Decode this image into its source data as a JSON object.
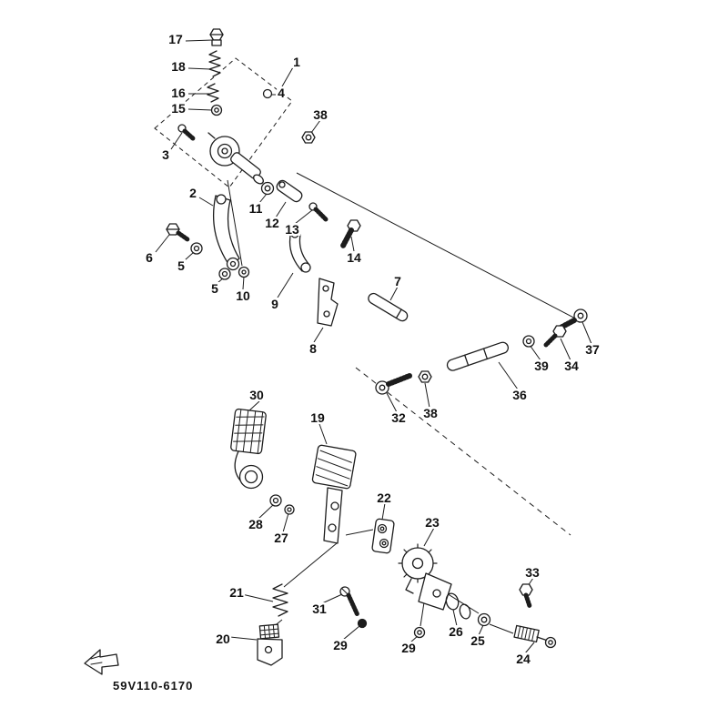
{
  "colors": {
    "ink": "#1c1c1c",
    "background": "#ffffff"
  },
  "diagram": {
    "code": "59V110-6170",
    "labels": [
      {
        "text": "17"
      },
      {
        "text": "18"
      },
      {
        "text": "16"
      },
      {
        "text": "15"
      },
      {
        "text": "3"
      },
      {
        "text": "1"
      },
      {
        "text": "4"
      },
      {
        "text": "38"
      },
      {
        "text": "2"
      },
      {
        "text": "11"
      },
      {
        "text": "12"
      },
      {
        "text": "13"
      },
      {
        "text": "14"
      },
      {
        "text": "6"
      },
      {
        "text": "5"
      },
      {
        "text": "5"
      },
      {
        "text": "10"
      },
      {
        "text": "9"
      },
      {
        "text": "8"
      },
      {
        "text": "7"
      },
      {
        "text": "37"
      },
      {
        "text": "39"
      },
      {
        "text": "34"
      },
      {
        "text": "36"
      },
      {
        "text": "38"
      },
      {
        "text": "32"
      },
      {
        "text": "30"
      },
      {
        "text": "19"
      },
      {
        "text": "28"
      },
      {
        "text": "27"
      },
      {
        "text": "22"
      },
      {
        "text": "23"
      },
      {
        "text": "33"
      },
      {
        "text": "21"
      },
      {
        "text": "31"
      },
      {
        "text": "20"
      },
      {
        "text": "29"
      },
      {
        "text": "29"
      },
      {
        "text": "26"
      },
      {
        "text": "25"
      },
      {
        "text": "24"
      }
    ]
  }
}
